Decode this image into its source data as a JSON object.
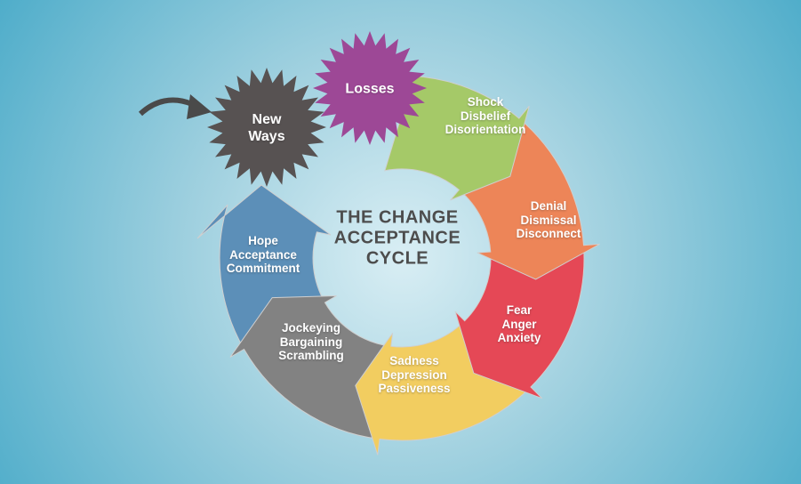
{
  "title": "THE CHANGE\nACCEPTANCE\nCYCLE",
  "title_color": "#4d4d4d",
  "background": {
    "center": "#d9eef4",
    "mid": "#9fd0df",
    "edge": "#4fadca"
  },
  "arrow_outline": "#cfcfcf",
  "label_text_color": "#ffffff",
  "stages": [
    {
      "id": "shock",
      "label": "Shock\nDisbelief\nDisorientation",
      "color": "#a5c968"
    },
    {
      "id": "denial",
      "label": "Denial\nDismissal\nDisconnect",
      "color": "#ed8558"
    },
    {
      "id": "fear",
      "label": "Fear\nAnger\nAnxiety",
      "color": "#e54856"
    },
    {
      "id": "sadness",
      "label": "Sadness\nDepression\nPassiveness",
      "color": "#f2cd60"
    },
    {
      "id": "jockeying",
      "label": "Jockeying\nBargaining\nScrambling",
      "color": "#828282"
    },
    {
      "id": "hope",
      "label": "Hope\nAcceptance\nCommitment",
      "color": "#5c8fb8"
    }
  ],
  "stars": [
    {
      "id": "losses",
      "label": "Losses",
      "color": "#9d4896"
    },
    {
      "id": "new-ways",
      "label": "New\nWays",
      "color": "#575252"
    }
  ],
  "pointer": {
    "color": "#4a4a4a"
  }
}
